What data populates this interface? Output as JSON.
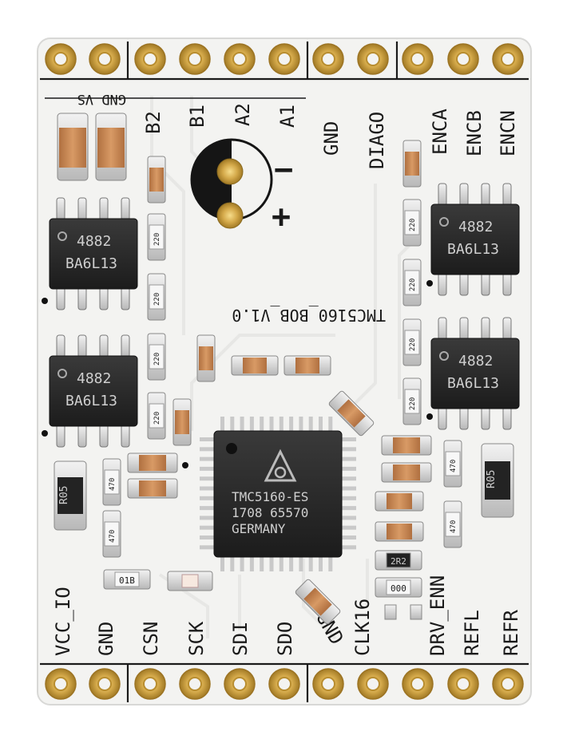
{
  "board": {
    "name": "TMC5160_BOB_V1.0",
    "pcb_color": "#f4f4f2",
    "pad_color": "#c8a041",
    "silk_color": "#1a1a1a"
  },
  "top_header": {
    "labels": [
      "B2",
      "B1",
      "A2",
      "A1",
      "GND",
      "DIAGO",
      "ENCA",
      "ENCB",
      "ENCN"
    ],
    "inverted_label": "GND VS"
  },
  "bottom_header": {
    "labels": [
      "VCC_IO",
      "GND",
      "CSN",
      "SCK",
      "SDI",
      "SDO",
      "GND",
      "CLK16",
      "DRV_ENN",
      "REFL",
      "REFR"
    ]
  },
  "polarity": {
    "minus": "−",
    "plus": "+"
  },
  "mosfets": [
    {
      "line1": "4882",
      "line2": "BA6L13"
    },
    {
      "line1": "4882",
      "line2": "BA6L13"
    },
    {
      "line1": "4882",
      "line2": "BA6L13"
    },
    {
      "line1": "4882",
      "line2": "BA6L13"
    }
  ],
  "driver_ic": {
    "line1": "TMC5160-ES",
    "line2": "1708 65570",
    "line3": "GERMANY"
  },
  "resistor_codes": {
    "sense": "R05",
    "r220": "220",
    "r470": "470",
    "r2r2": "2R2",
    "r000": "000",
    "r01b": "01B"
  }
}
